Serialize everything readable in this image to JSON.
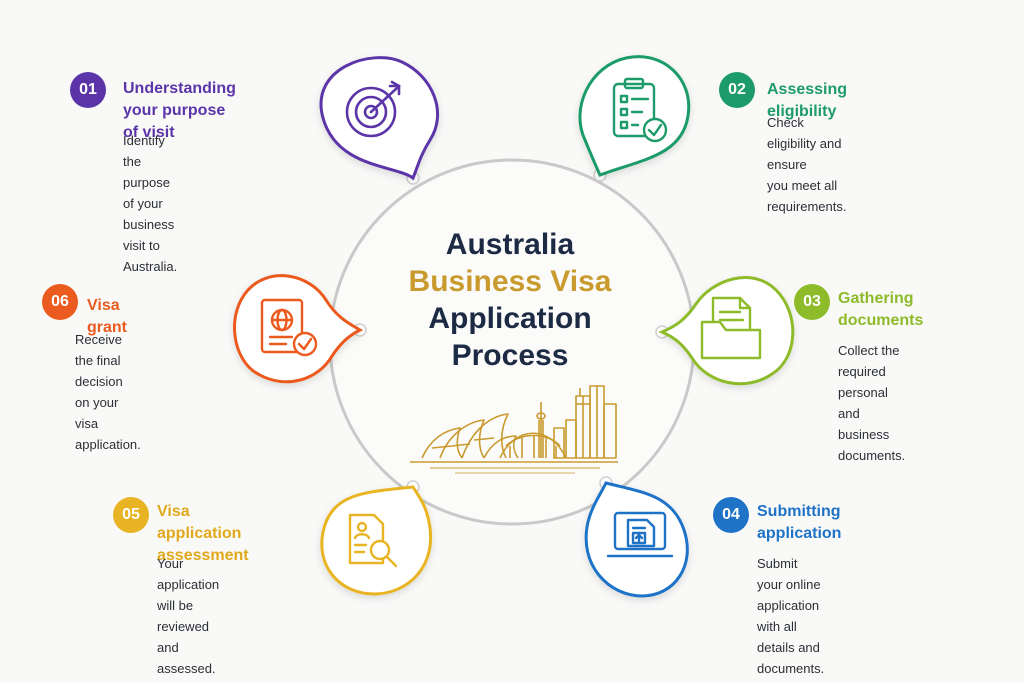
{
  "title": {
    "line1": "Australia",
    "line2": "Business Visa",
    "line3": "Application",
    "line4": "Process"
  },
  "colors": {
    "step1": "#5b35a8",
    "step2": "#1e9b6b",
    "step3": "#8dbb2a",
    "step4": "#1f73c7",
    "step5": "#e8b423",
    "step6": "#eb5a1e",
    "gold": "#c99a2e",
    "navy": "#1d2a44"
  },
  "steps": [
    {
      "num": "01",
      "title1": "Understanding",
      "title2": "your purpose of visit",
      "desc1": "Identify the purpose of your",
      "desc2": "business visit to Australia.",
      "desc3": "",
      "icon": "target-icon"
    },
    {
      "num": "02",
      "title1": "Assessing eligibility",
      "title2": "",
      "desc1": "Check eligibility and ensure",
      "desc2": "you meet all requirements.",
      "desc3": "",
      "icon": "checklist-clipboard-icon"
    },
    {
      "num": "03",
      "title1": "Gathering",
      "title2": "documents",
      "desc1": "Collect the required",
      "desc2": "personal and business",
      "desc3": "documents.",
      "icon": "folder-documents-icon"
    },
    {
      "num": "04",
      "title1": "Submitting",
      "title2": "application",
      "desc1": "Submit your online",
      "desc2": "application with all",
      "desc3": "details and documents.",
      "icon": "laptop-upload-icon"
    },
    {
      "num": "05",
      "title1": "Visa application",
      "title2": "assessment",
      "desc1": "Your application will be",
      "desc2": "reviewed and assessed.",
      "desc3": "",
      "icon": "document-search-icon"
    },
    {
      "num": "06",
      "title1": "Visa grant",
      "title2": "",
      "desc1": "Receive the final decision",
      "desc2": "on your visa application.",
      "desc3": "",
      "icon": "passport-approved-icon"
    }
  ]
}
